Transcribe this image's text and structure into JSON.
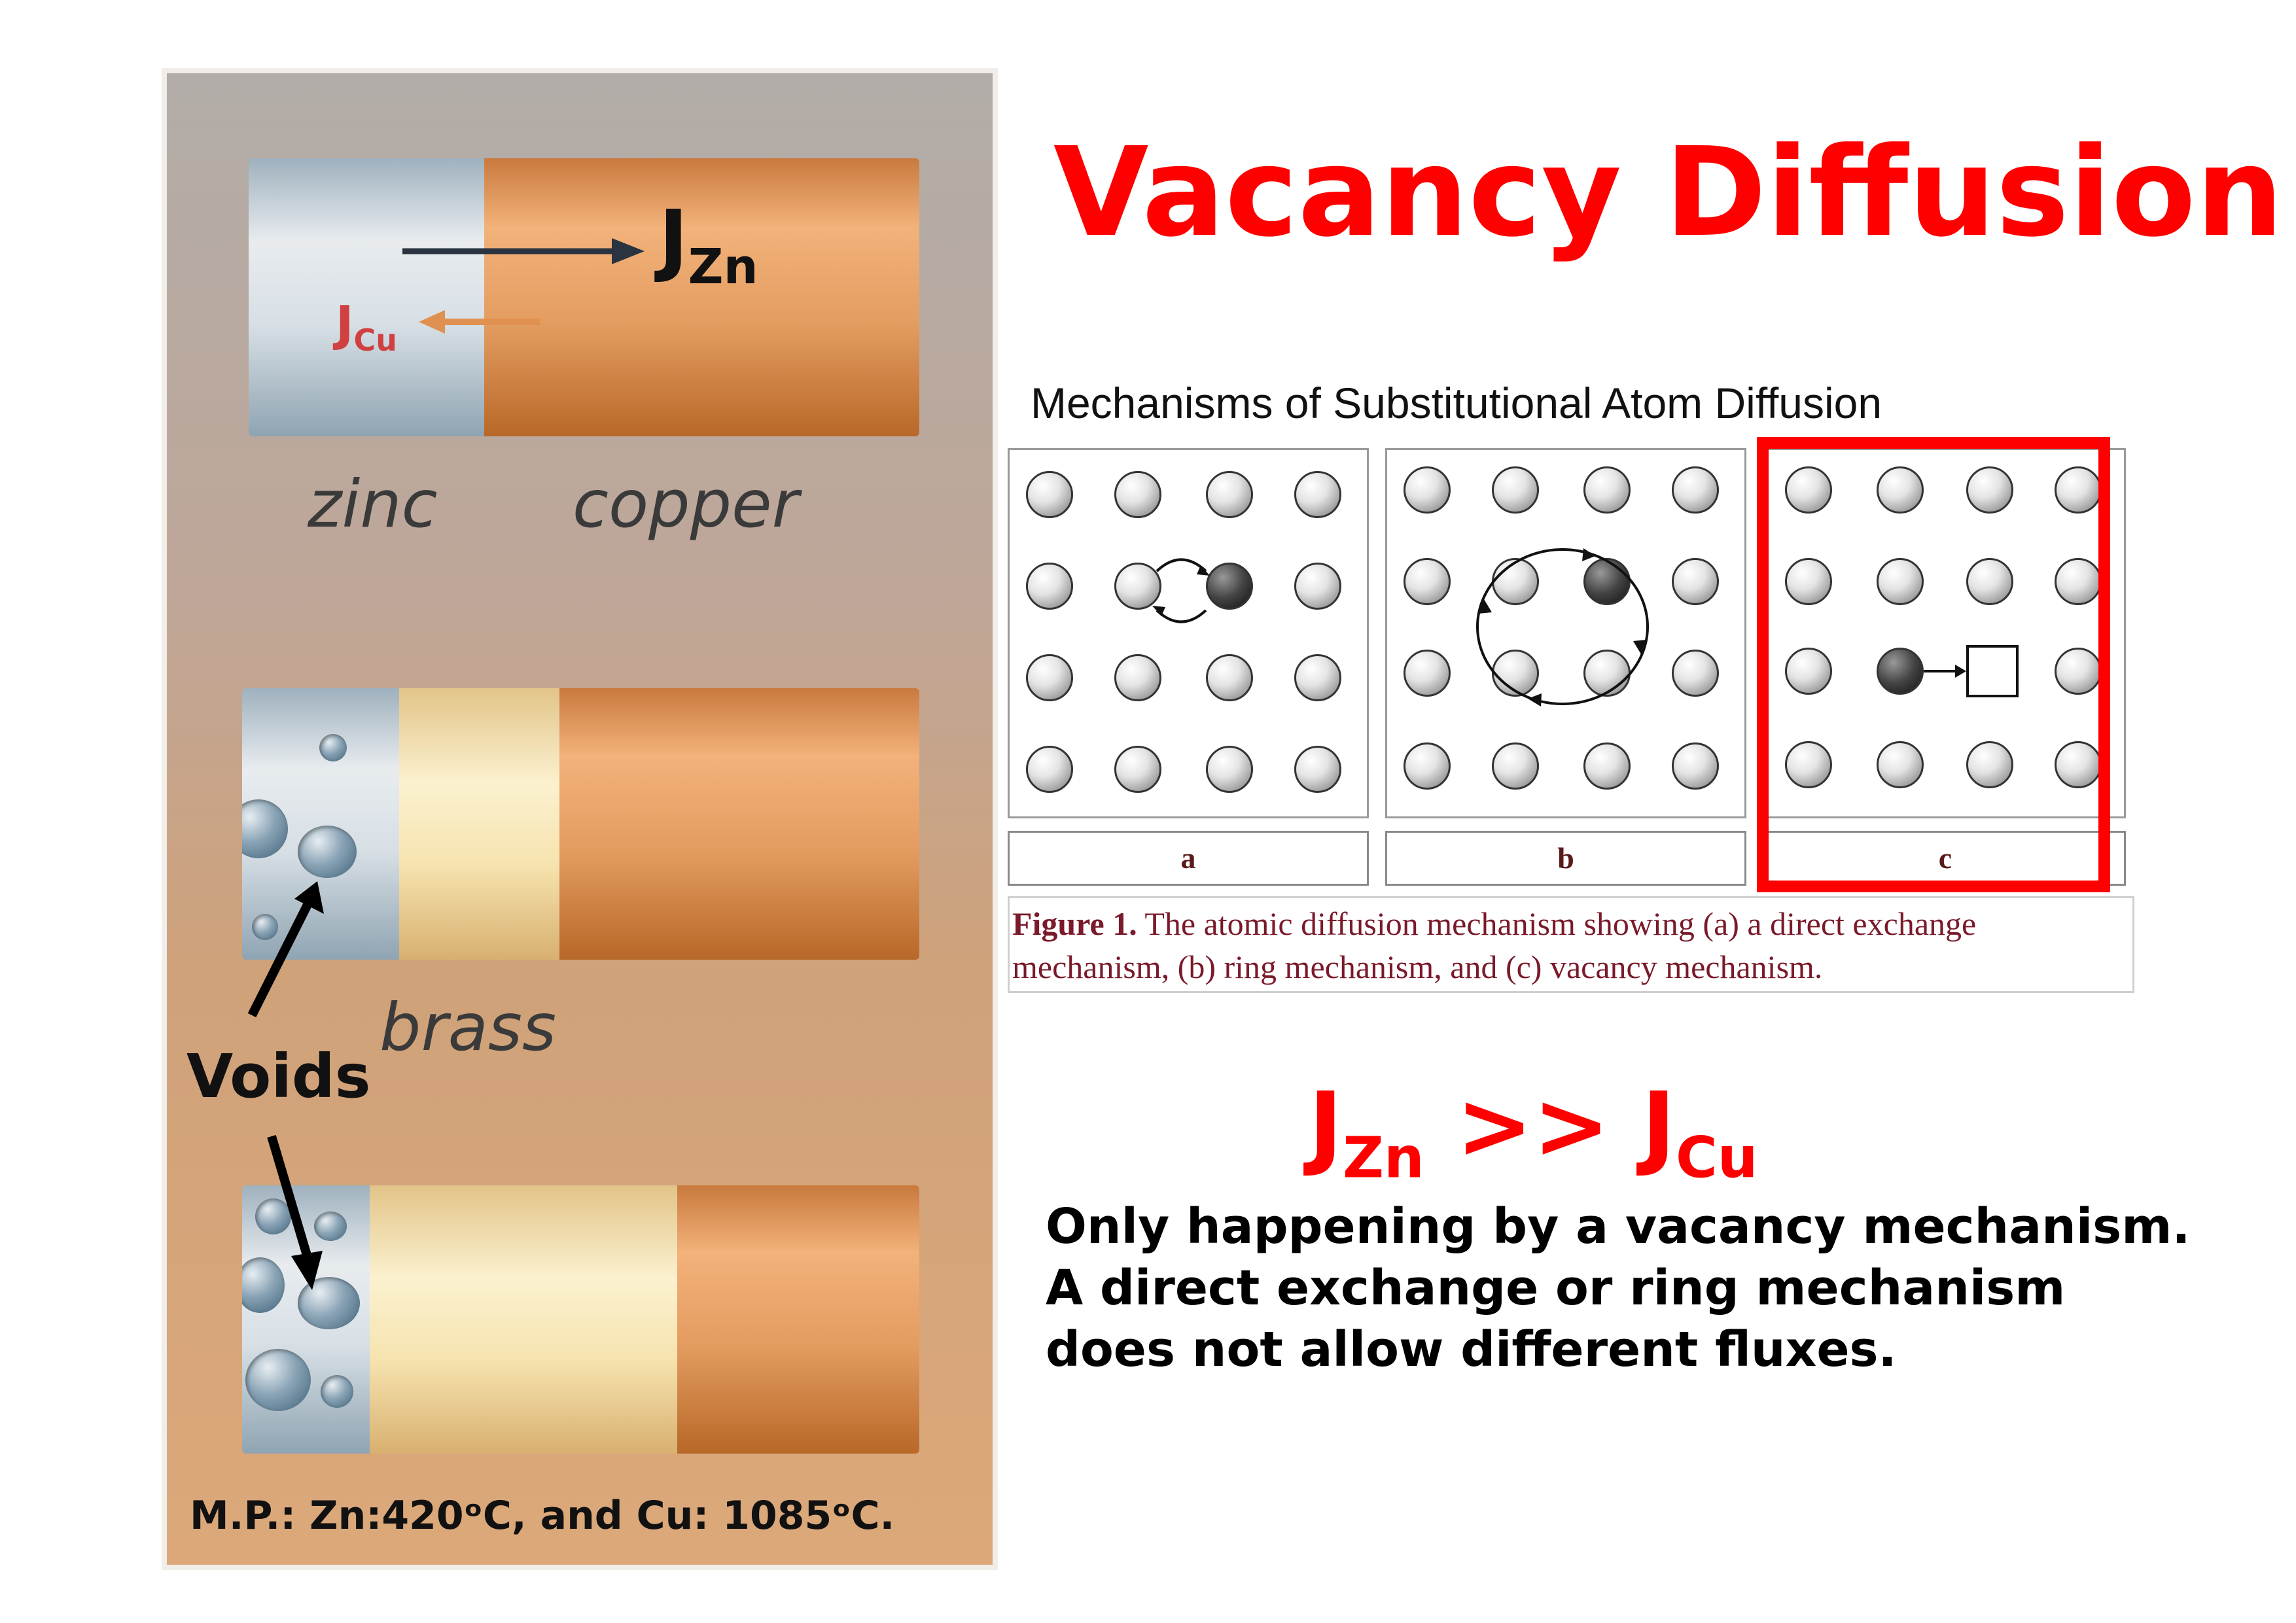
{
  "title": "Vacancy Diffusion",
  "left_figure": {
    "flux_zn": {
      "symbol": "J",
      "sub": "Zn"
    },
    "flux_cu": {
      "symbol": "J",
      "sub": "Cu"
    },
    "label_zinc": "zinc",
    "label_copper": "copper",
    "label_brass": "brass",
    "label_voids": "Voids",
    "melting_points": "M.P.: Zn:420ᵒC, and Cu: 1085ᵒC."
  },
  "figure": {
    "heading": "Mechanisms of Substitutional Atom Diffusion",
    "panel_labels": [
      "a",
      "b",
      "c"
    ],
    "caption_bold": "Figure 1.",
    "caption_line1": " The atomic diffusion mechanism showing (a) a direct exchange",
    "caption_line2": "mechanism, (b) ring mechanism, and (c) vacancy mechanism."
  },
  "flux_relation": {
    "j1": "J",
    "s1": "Zn",
    "op": " >> ",
    "j2": "J",
    "s2": "Cu"
  },
  "explanation": [
    "Only happening by a vacancy mechanism.",
    "A direct exchange or ring mechanism",
    "does not allow different fluxes."
  ],
  "colors": {
    "accent": "#ff0000",
    "cu_flux": "#d04040",
    "highlight": "#ff0000"
  }
}
